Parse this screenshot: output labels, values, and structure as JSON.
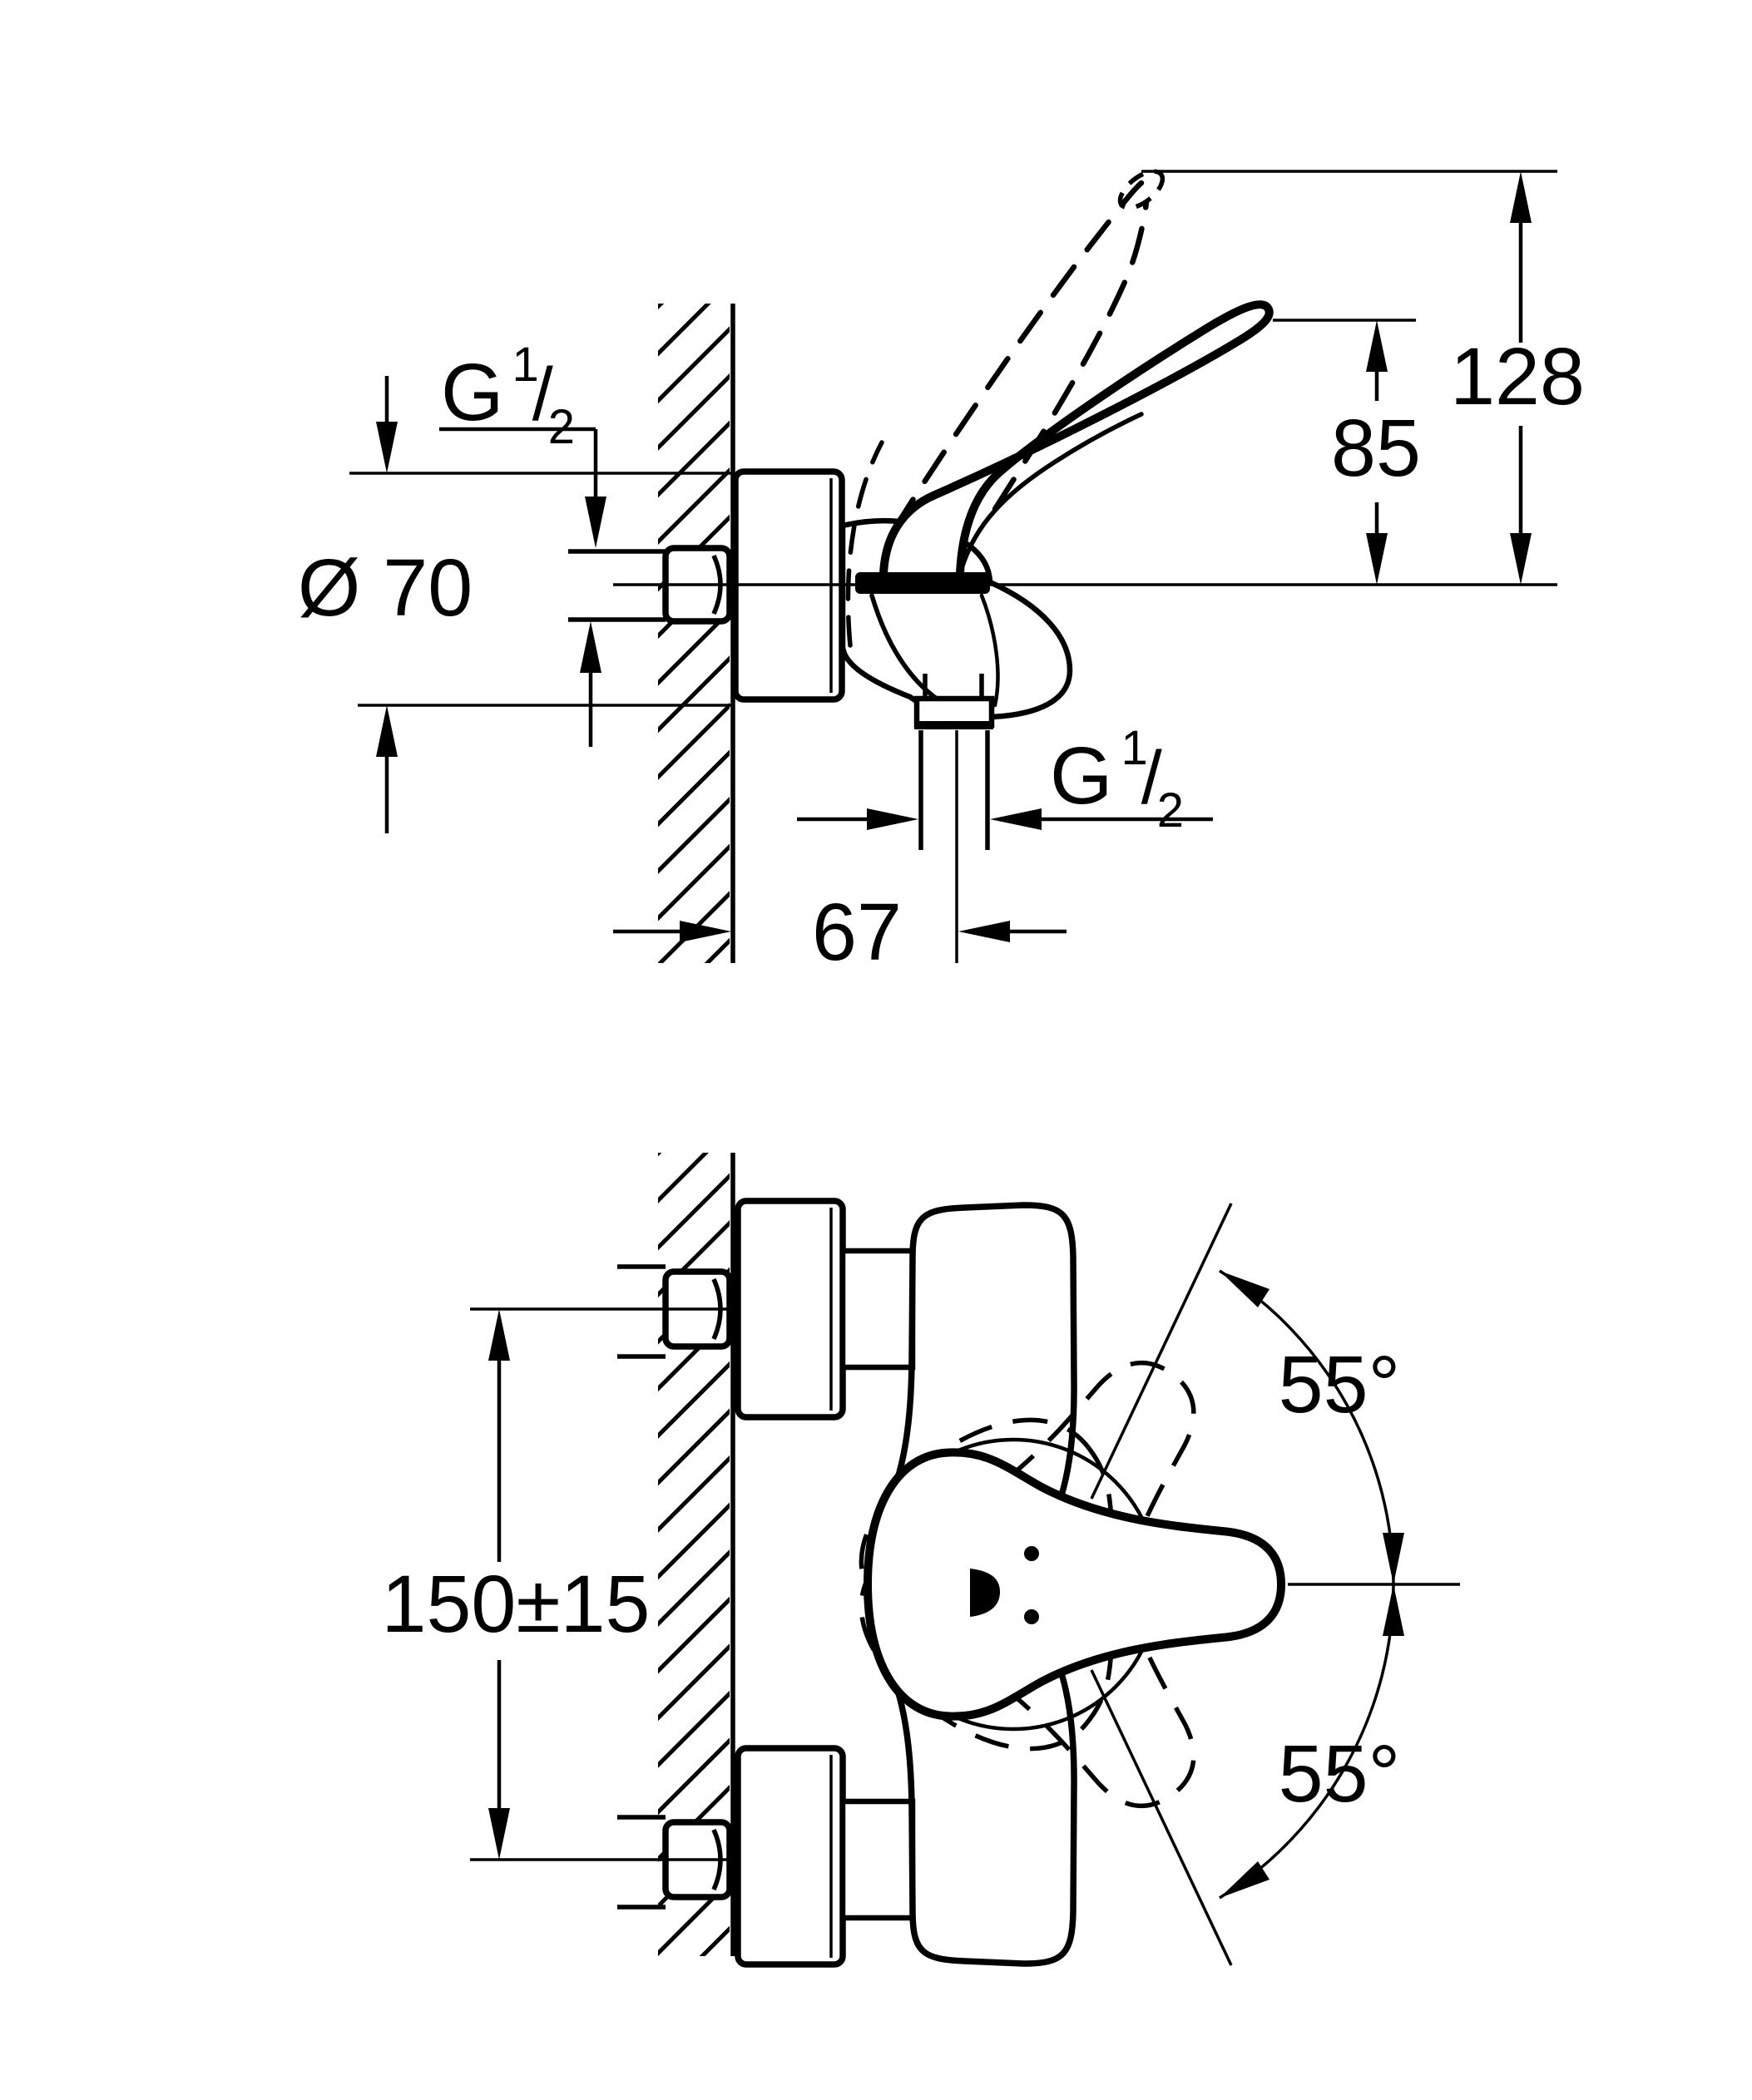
{
  "canvas": {
    "background": "#ffffff",
    "line_color": "#000000"
  },
  "side_view": {
    "inlet_thread_label": {
      "g": "G",
      "numerator": "1",
      "slash": "/",
      "denominator": "2"
    },
    "escutcheon_diameter_label": "Ø 70",
    "total_height_label": "128",
    "handle_tip_height_label": "85",
    "hose_thread_label": {
      "g": "G",
      "numerator": "1",
      "slash": "/",
      "denominator": "2"
    },
    "wall_to_hose_label": "67"
  },
  "front_view": {
    "connection_distance_label": "150±15",
    "swivel_angle_top_label": "55°",
    "swivel_angle_bottom_label": "55°"
  }
}
